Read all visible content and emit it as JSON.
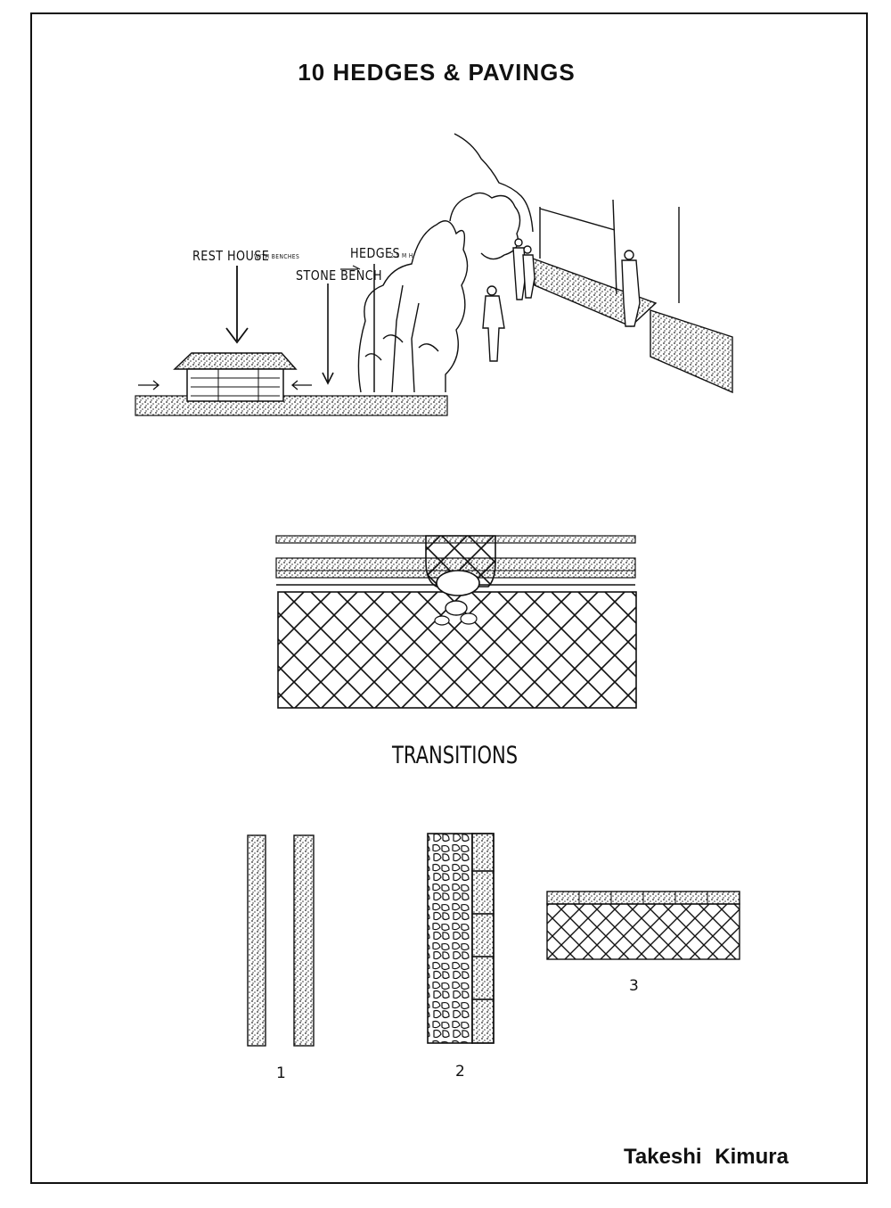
{
  "title": "10 HEDGES & PAVINGS",
  "sketch_labels": {
    "rest_house": "REST HOUSE",
    "rest_house_note": "WITH BENCHES",
    "stone_bench": "STONE BENCH",
    "hedges": "HEDGES",
    "hedges_note": "2.5 M H"
  },
  "section_title": "TRANSITIONS",
  "pattern_numbers": [
    "1",
    "2",
    "3"
  ],
  "author": "Takeshi Kimura",
  "colors": {
    "ink": "#111111",
    "paper": "#ffffff"
  }
}
